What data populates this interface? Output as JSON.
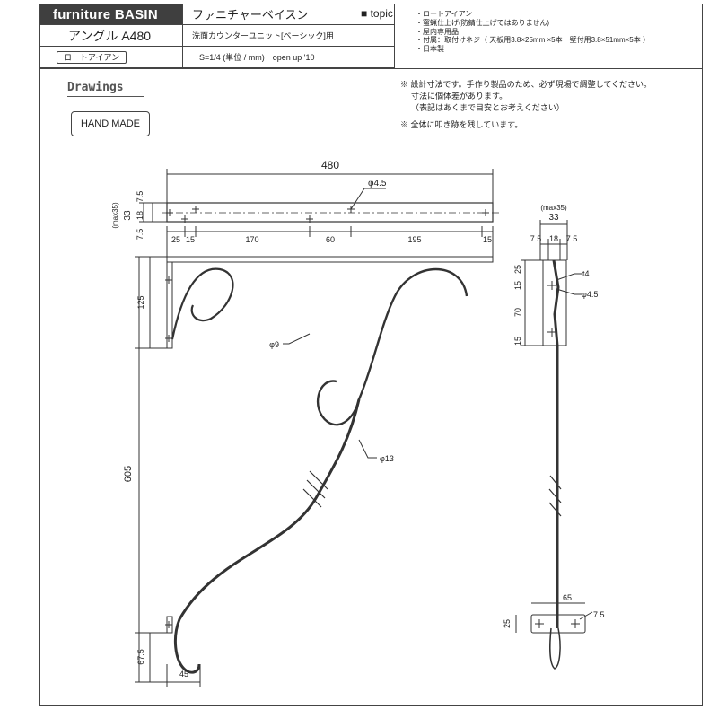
{
  "header": {
    "brand": "furniture BASIN",
    "product_kana": "ファニチャーベイスン",
    "model": "アングル A480",
    "usage": "洗面カウンターユニット[ベーシック]用",
    "material_tag": "ロートアイアン",
    "scale": "S=1/4 (単位 / mm)　open up '10"
  },
  "topic": {
    "heading": "■ topic",
    "items": [
      "・ロートアイアン",
      "・蜜蝋仕上げ(防錆仕上げではありません)",
      "・屋内専用品",
      "・付属：取付けネジ（ 天板用3.8×25mm ×5本　壁付用3.8×51mm×5本 ）",
      "・日本製"
    ]
  },
  "drawings_label": "Drawings",
  "handmade_label": "HAND MADE",
  "notes": {
    "line1": "※ 設計寸法です。手作り製品のため、必ず現場で調整してください。",
    "line2": "寸法に個体差があります。",
    "line3": "（表記はあくまで目安とお考えください）",
    "line4": "※ 全体に叩き跡を残しています。"
  },
  "front_dims": {
    "width": "480",
    "hole_top": "φ4.5",
    "max35": "(max35)",
    "d33": "33",
    "d7_5a": "7.5",
    "d18": "18",
    "d7_5b": "7.5",
    "seg25": "25",
    "seg15a": "15",
    "seg170": "170",
    "seg60": "60",
    "seg195": "195",
    "seg15b": "15",
    "h125": "125",
    "phi9": "φ9",
    "phi13": "φ13",
    "h605": "605",
    "h67_5": "67.5",
    "w45": "45"
  },
  "side_dims": {
    "max35": "(max35)",
    "d33": "33",
    "d7_5a": "7.5",
    "d18": "18",
    "d7_5b": "7.5",
    "v25": "25",
    "v15a": "15",
    "v70": "70",
    "v15b": "15",
    "t4": "t4",
    "phi4_5": "φ4.5",
    "w65": "65",
    "f7_5": "7.5",
    "h25": "25"
  }
}
